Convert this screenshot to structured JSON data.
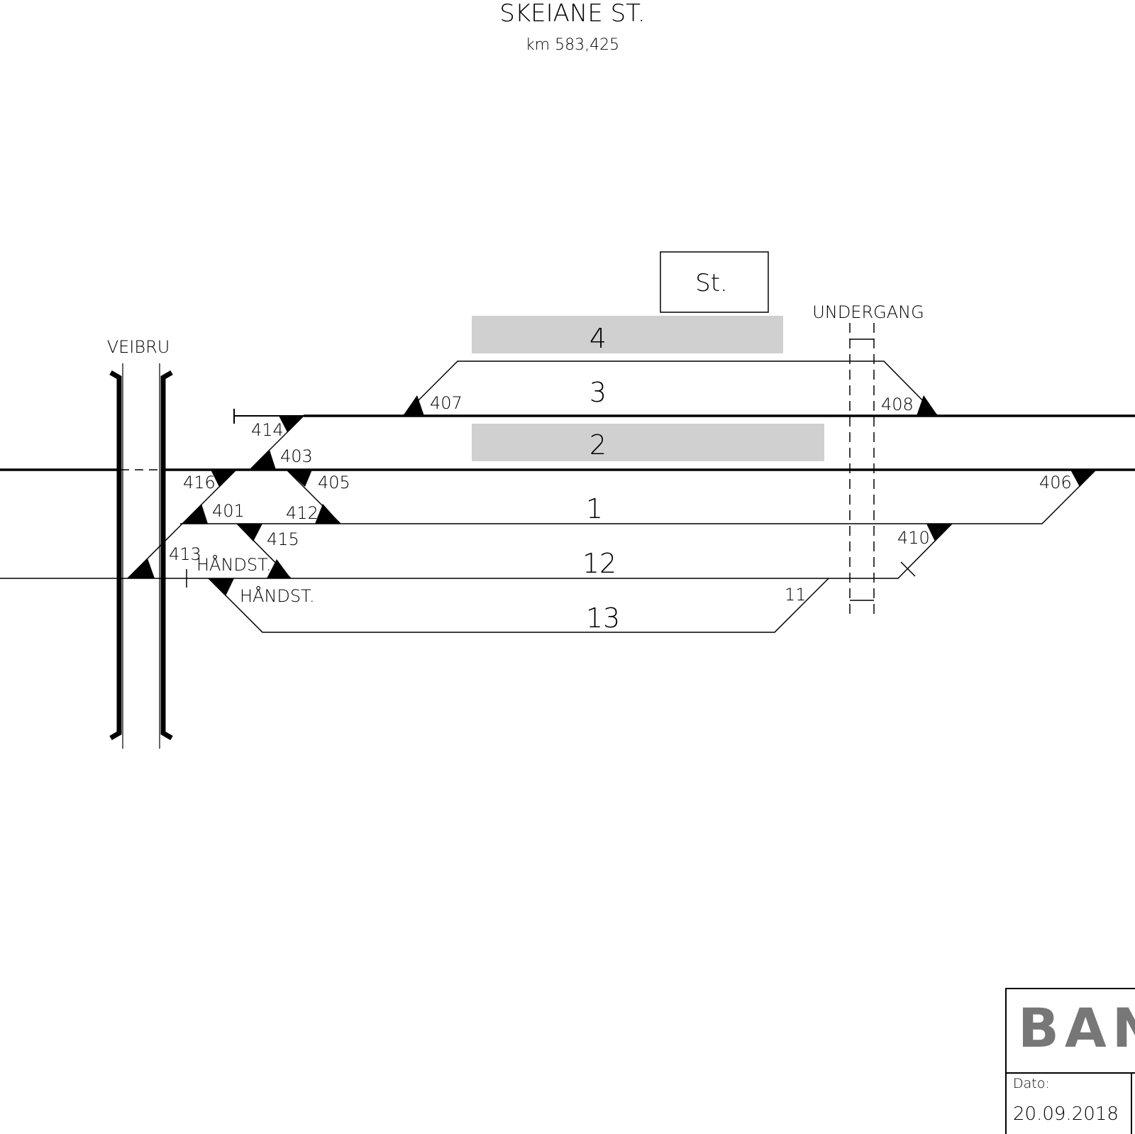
{
  "title": "SKEIANE ST.",
  "subtitle": "km 583,425",
  "station_box_label": "St.",
  "labels": {
    "veibru": "VEIBRU",
    "undergang": "UNDERGANG",
    "handst_upper": "HÅNDST.",
    "handst_lower": "HÅNDST."
  },
  "tracks": {
    "t4": "4",
    "t3": "3",
    "t2": "2",
    "t1": "1",
    "t12": "12",
    "t13": "13"
  },
  "switches": {
    "s407": "407",
    "s408": "408",
    "s414": "414",
    "s403": "403",
    "s416": "416",
    "s405": "405",
    "s406": "406",
    "s401": "401",
    "s412": "412",
    "s415": "415",
    "s410": "410",
    "s413": "413",
    "s11": "11"
  },
  "colors": {
    "platform": "#d0d0d0",
    "line": "#000000",
    "logo": "#777777"
  },
  "title_block": {
    "logo_text": "BAN",
    "date_label": "Dato:",
    "date_value": "20.09.2018"
  }
}
